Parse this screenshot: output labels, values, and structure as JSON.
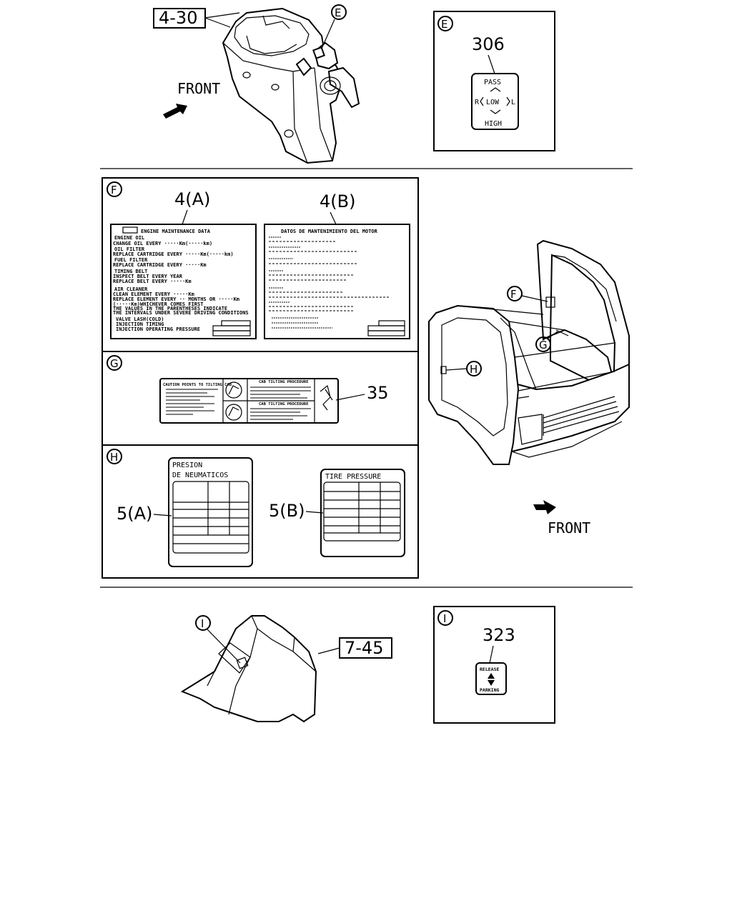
{
  "callouts": {
    "ref_4_30": "4-30",
    "ref_7_45": "7-45",
    "part_306": "306",
    "part_4a": "4(A)",
    "part_4b": "4(B)",
    "part_35": "35",
    "part_5a": "5(A)",
    "part_5b": "5(B)",
    "part_323": "323"
  },
  "view_letters": {
    "e": "E",
    "f": "F",
    "g": "G",
    "h": "H",
    "i": "I"
  },
  "front_labels": {
    "top": "FRONT",
    "cab": "FRONT"
  },
  "label_306": {
    "top": "PASS",
    "left": "R",
    "middle": "LOW",
    "right": "L",
    "bottom": "HIGH"
  },
  "label_4a": {
    "header": "ENGINE MAINTENANCE DATA",
    "lines": [
      "ENGINE OIL",
      "CHANGE OIL EVERY ·····Km(·····km)",
      "OIL FILTER",
      "REPLACE CARTRIDGE EVERY ·····Km(·····km)",
      "FUEL FILTER",
      "REPLACE CARTRIDGE EVERY ·····Km",
      "TIMING BELT",
      "INSPECT BELT EVERY YEAR",
      "REPLACE BELT EVERY ·····Km",
      "AIR CLEANER",
      "CLEAN ELEMENT EVERY ·····Km",
      "REPLACE ELEMENT EVERY ·· MONTHS OR ·····Km",
      "(·····Km)WHICHEVER COMES FIRST",
      "THE VALUES IN THE PARENTHESES INDICATE",
      "THE INTERVALS UNDER SEVERE DRIVING CONDITIONS",
      "VALVE LASH(COLD)",
      "INJECTION TIMING",
      "INJECTION OPERATING PRESSURE"
    ]
  },
  "label_4b": {
    "header": "DATOS DE MANTENIMIENTO DEL MOTOR"
  },
  "label_35": {
    "left_header": "CAUTION POINTS TO TILTING CAB",
    "right_header_1": "CAB TILTING PROCEDURE",
    "right_header_2": "CAB TILTING PROCEDURE"
  },
  "label_5a": {
    "title_1": "PRESION",
    "title_2": "DE NEUMATICOS"
  },
  "label_5b": {
    "title": "TIRE PRESSURE"
  },
  "label_323": {
    "top": "RELEASE",
    "bottom": "PARKING"
  }
}
